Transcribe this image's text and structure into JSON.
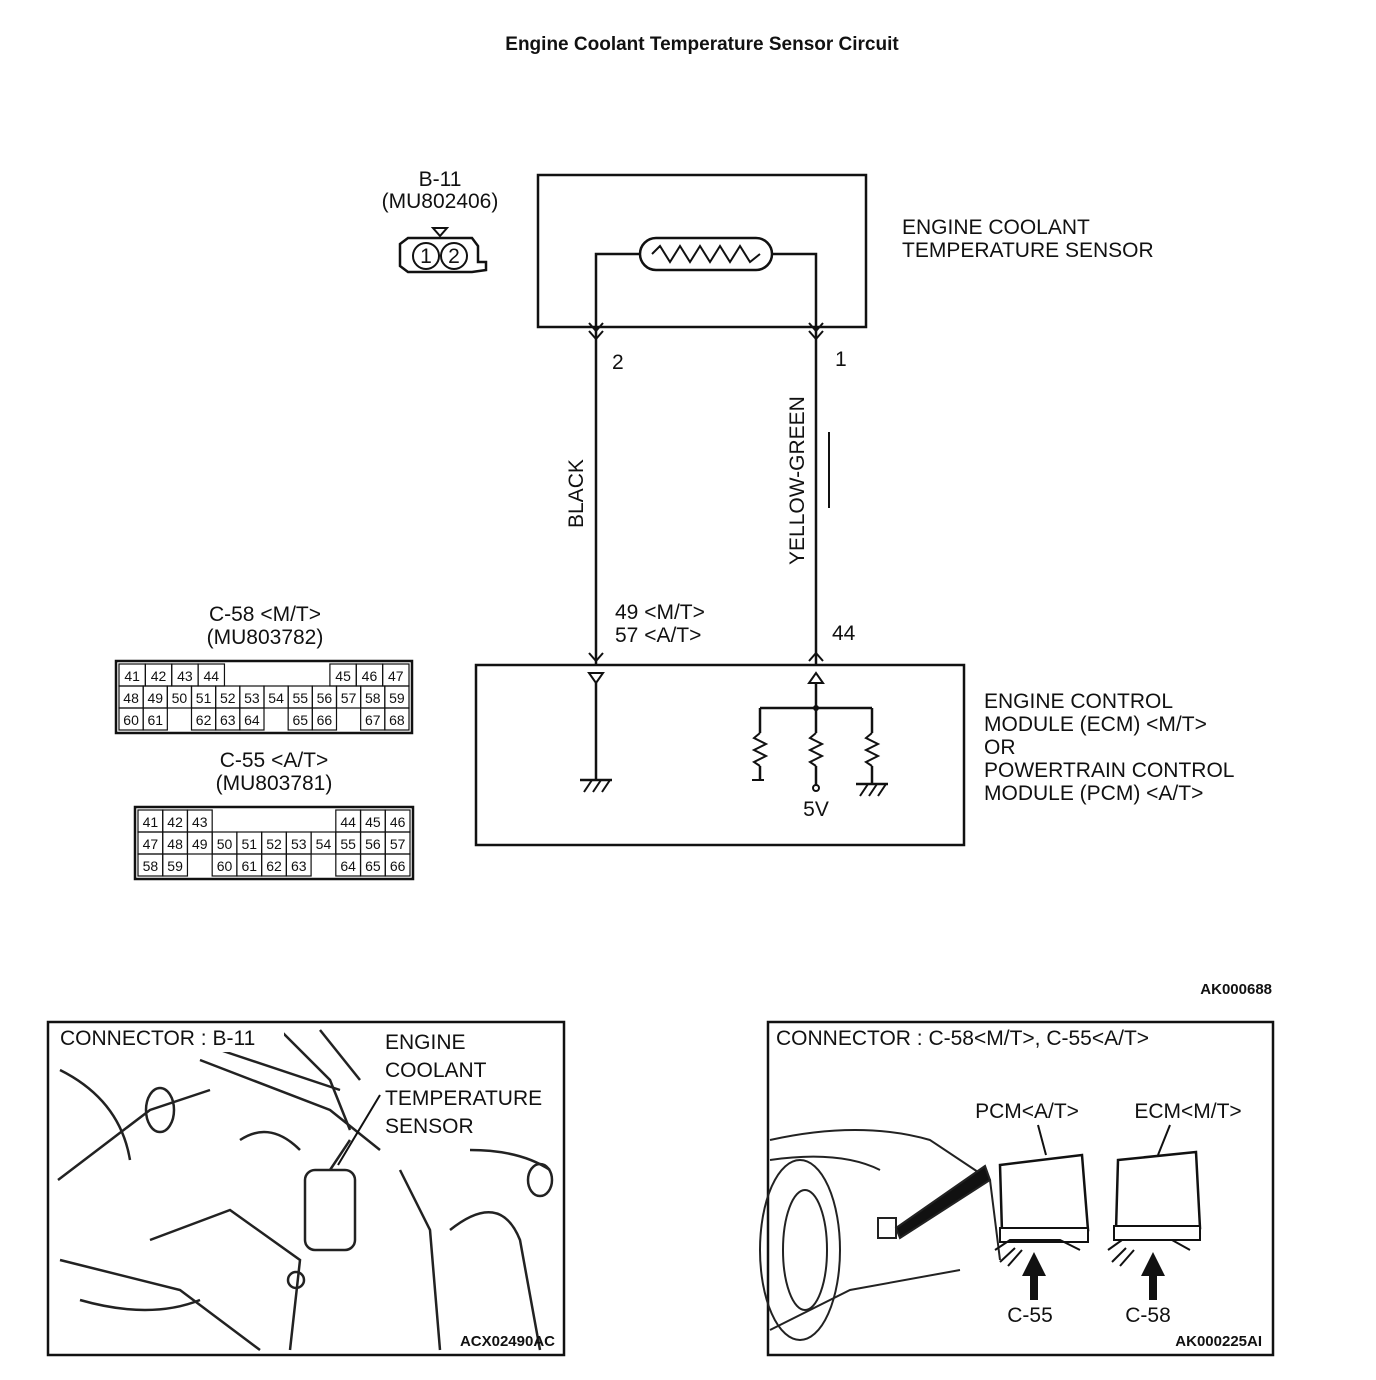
{
  "title": "Engine Coolant Temperature Sensor Circuit",
  "sensor_connector": {
    "id": "B-11",
    "part": "(MU802406)",
    "pins": [
      "1",
      "2"
    ]
  },
  "sensor_label": [
    "ENGINE COOLANT",
    "TEMPERATURE SENSOR"
  ],
  "wires": {
    "left_pin": "2",
    "left_color": "BLACK",
    "right_pin": "1",
    "right_color": "YELLOW-GREEN",
    "left_ecm_pins": [
      "49 <M/T>",
      "57 <A/T>"
    ],
    "right_ecm_pin": "44"
  },
  "ecm_label": [
    "ENGINE CONTROL",
    "MODULE (ECM) <M/T>",
    "OR",
    "POWERTRAIN CONTROL",
    "MODULE (PCM) <A/T>"
  ],
  "ecm_voltage": "5V",
  "c58": {
    "title": "C-58 <M/T>",
    "part": "(MU803782)",
    "rows": [
      [
        "41",
        "42",
        "43",
        "44",
        "",
        "",
        "",
        "",
        "45",
        "46",
        "47"
      ],
      [
        "48",
        "49",
        "50",
        "51",
        "52",
        "53",
        "54",
        "55",
        "56",
        "57",
        "58",
        "59"
      ],
      [
        "60",
        "61",
        "",
        "62",
        "63",
        "64",
        "",
        "65",
        "66",
        "",
        "67",
        "68"
      ]
    ]
  },
  "c55": {
    "title": "C-55 <A/T>",
    "part": "(MU803781)",
    "rows": [
      [
        "41",
        "42",
        "43",
        "",
        "",
        "",
        "",
        "",
        "44",
        "45",
        "46"
      ],
      [
        "47",
        "48",
        "49",
        "50",
        "51",
        "52",
        "53",
        "54",
        "55",
        "56",
        "57"
      ],
      [
        "58",
        "59",
        "",
        "60",
        "61",
        "62",
        "63",
        "",
        "64",
        "65",
        "66"
      ]
    ]
  },
  "diagram_code": "AK000688",
  "photo_left": {
    "caption": "CONNECTOR : B-11",
    "label": [
      "ENGINE",
      "COOLANT",
      "TEMPERATURE",
      "SENSOR"
    ],
    "code": "ACX02490AC"
  },
  "photo_right": {
    "caption": "CONNECTOR : C-58<M/T>, C-55<A/T>",
    "pcm": "PCM<A/T>",
    "ecm": "ECM<M/T>",
    "c55": "C-55",
    "c58": "C-58",
    "code": "AK000225AI"
  }
}
